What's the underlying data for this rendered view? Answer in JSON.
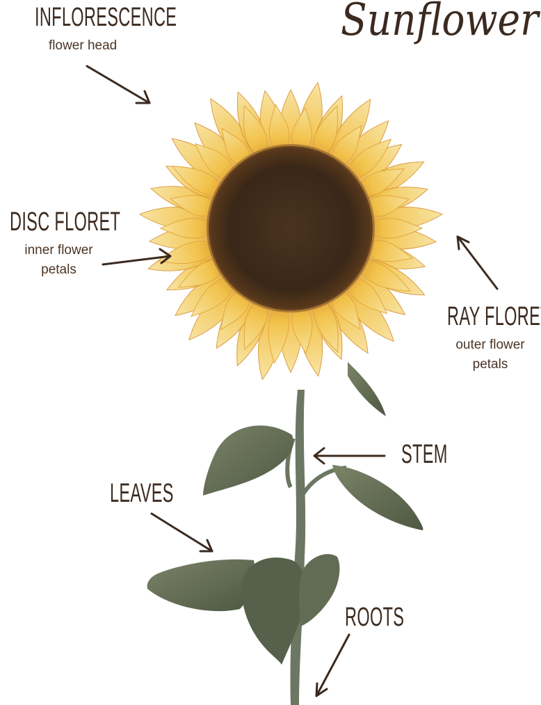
{
  "title": "Sunflower",
  "labels": {
    "inflorescence": {
      "heading": "INFLORESCENCE",
      "sub": "flower head"
    },
    "disc_floret": {
      "heading": "DISC FLORET",
      "sub_line1": "inner  flower",
      "sub_line2": "petals"
    },
    "ray_floret": {
      "heading": "RAY FLORET",
      "sub_line1": "outer flower",
      "sub_line2": "petals"
    },
    "stem": {
      "heading": "STEM"
    },
    "leaves": {
      "heading": "LEAVES"
    },
    "roots": {
      "heading": "ROOTS"
    }
  },
  "colors": {
    "petal": "#f3c74a",
    "petal_light": "#f8e08a",
    "petal_dark": "#d99a2b",
    "disc": "#3e2a1a",
    "leaf": "#5f6a52",
    "stem": "#6a7660",
    "ink": "#3b2a1f"
  }
}
